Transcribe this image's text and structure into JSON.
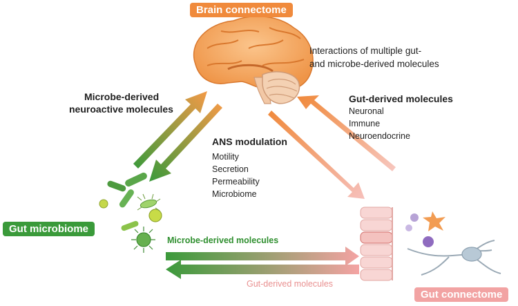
{
  "brain": {
    "title": "Brain connectome",
    "interactions_line1": "Interactions of multiple gut-",
    "interactions_line2": "and microbe-derived molecules"
  },
  "left_arrow": {
    "heading_line1": "Microbe-derived",
    "heading_line2": "neuroactive molecules"
  },
  "ans": {
    "heading": "ANS modulation",
    "items": [
      "Motility",
      "Secretion",
      "Permeability",
      "Microbiome"
    ]
  },
  "gut_derived_top": {
    "heading": "Gut-derived molecules",
    "items": [
      "Neuronal",
      "Immune",
      "Neuroendocrine"
    ]
  },
  "gut_microbiome": {
    "label": "Gut microbiome"
  },
  "gut_connectome": {
    "label": "Gut connectome"
  },
  "bottom_arrows": {
    "microbe_label": "Microbe-derived molecules",
    "gut_label": "Gut-derived molecules"
  },
  "colors": {
    "brain_badge": "#f08a3c",
    "microbiome_badge": "#3a9a3a",
    "connectome_badge": "#f2a3a3",
    "green": "#3a9a3a",
    "orange": "#f08a3c",
    "pink": "#f2a3a3",
    "microbe_label_color": "#2f8f2f",
    "gut_label_color": "#e99090"
  }
}
